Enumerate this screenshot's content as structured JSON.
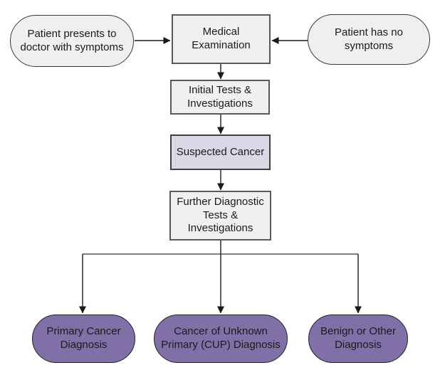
{
  "diagram": {
    "description": "Cancer diagnosis pathway flowchart",
    "nodes": [
      {
        "id": "patient-symptoms",
        "label": "Patient presents to\ndoctor with symptoms",
        "shape": "stadium",
        "fill": "#efefef"
      },
      {
        "id": "medical-examination",
        "label": "Medical\nExamination",
        "shape": "rect",
        "fill": "#f0f0f0"
      },
      {
        "id": "patient-no-symptoms",
        "label": "Patient has no\nsymptoms",
        "shape": "stadium",
        "fill": "#efefef"
      },
      {
        "id": "initial-tests",
        "label": "Initial Tests &\nInvestigations",
        "shape": "rect",
        "fill": "#f0f0f0"
      },
      {
        "id": "suspected-cancer",
        "label": "Suspected Cancer",
        "shape": "rect",
        "fill": "#dcd7e6"
      },
      {
        "id": "further-tests",
        "label": "Further Diagnostic\nTests &\nInvestigations",
        "shape": "rect",
        "fill": "#f0f0f0"
      },
      {
        "id": "primary-cancer",
        "label": "Primary Cancer\nDiagnosis",
        "shape": "stadium",
        "fill": "#8170a8"
      },
      {
        "id": "cup-diagnosis",
        "label": "Cancer of Unknown\nPrimary (CUP) Diagnosis",
        "shape": "stadium",
        "fill": "#8170a8"
      },
      {
        "id": "benign-other",
        "label": "Benign or Other\nDiagnosis",
        "shape": "stadium",
        "fill": "#8170a8"
      }
    ],
    "edges": [
      {
        "from": "patient-symptoms",
        "to": "medical-examination"
      },
      {
        "from": "patient-no-symptoms",
        "to": "medical-examination"
      },
      {
        "from": "medical-examination",
        "to": "initial-tests"
      },
      {
        "from": "initial-tests",
        "to": "suspected-cancer"
      },
      {
        "from": "suspected-cancer",
        "to": "further-tests"
      },
      {
        "from": "further-tests",
        "to": "primary-cancer"
      },
      {
        "from": "further-tests",
        "to": "cup-diagnosis"
      },
      {
        "from": "further-tests",
        "to": "benign-other"
      }
    ]
  },
  "colors": {
    "node-fill-gray": "#f0f0f0",
    "node-border-gray": "#595959",
    "stadium-fill-gray": "#efefef",
    "stadium-border": "#3a3a3a",
    "suspected-fill": "#dcd7e6",
    "suspected-border": "#404040",
    "purple-fill": "#8170a8",
    "purple-border": "#1f1f1f",
    "connector-black": "#1a1a1a",
    "connector-gray": "#808080",
    "text-color": "#1a1a1a"
  }
}
